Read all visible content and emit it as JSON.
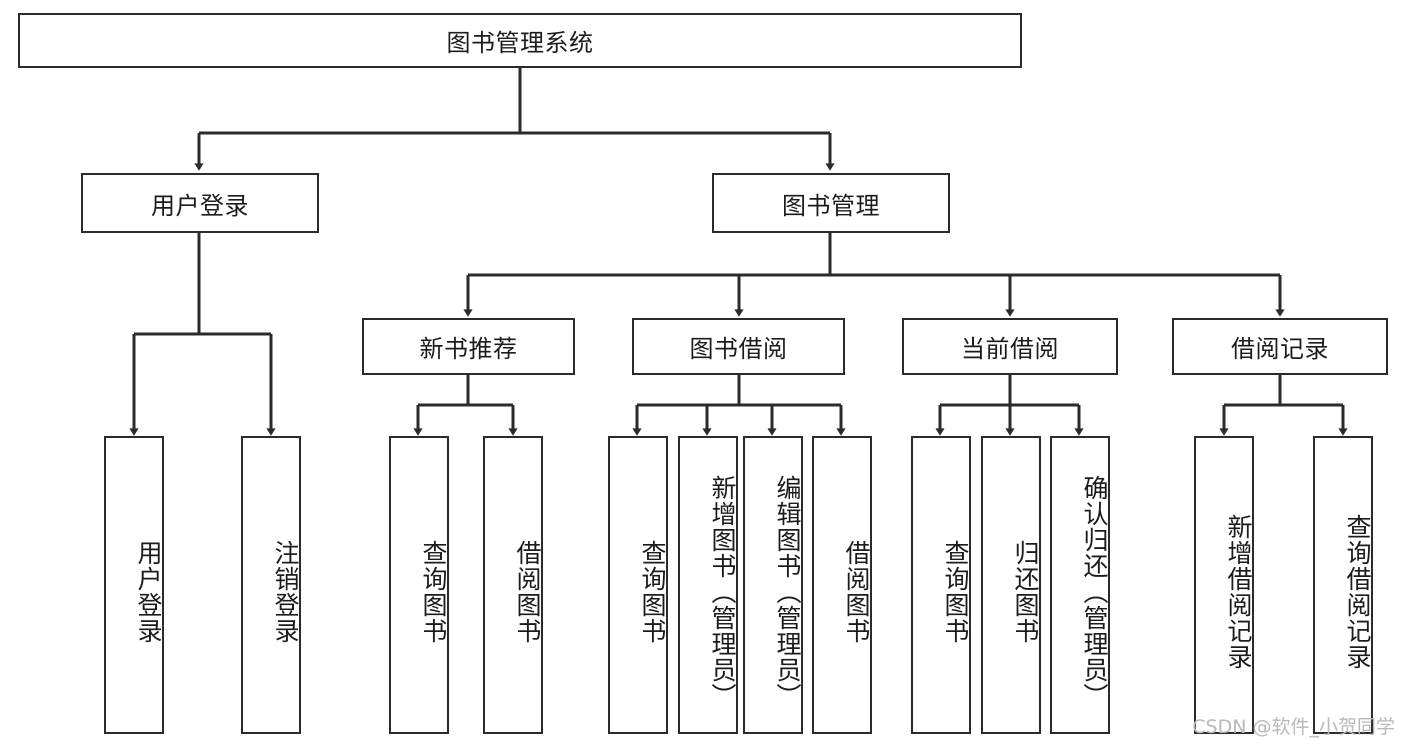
{
  "diagram": {
    "title": "图书管理系统",
    "watermark": "CSDN @软件_小贺同学",
    "nodes": {
      "root": "图书管理系统",
      "user_login": "用户登录",
      "book_manage": "图书管理",
      "new_book_rec": "新书推荐",
      "book_borrow": "图书借阅",
      "current_borrow": "当前借阅",
      "borrow_record": "借阅记录",
      "leaf_user_login": "用户登录",
      "leaf_logout": "注销登录",
      "leaf_query_book_1": "查询图书",
      "leaf_borrow_book_1": "借阅图书",
      "leaf_query_book_2": "查询图书",
      "leaf_add_book": "新增图书（管理员）",
      "leaf_edit_book": "编辑图书（管理员）",
      "leaf_borrow_book_2": "借阅图书",
      "leaf_query_book_3": "查询图书",
      "leaf_return_book": "归还图书",
      "leaf_confirm_return": "确认归还（管理员）",
      "leaf_add_record": "新增借阅记录",
      "leaf_query_record": "查询借阅记录"
    }
  }
}
